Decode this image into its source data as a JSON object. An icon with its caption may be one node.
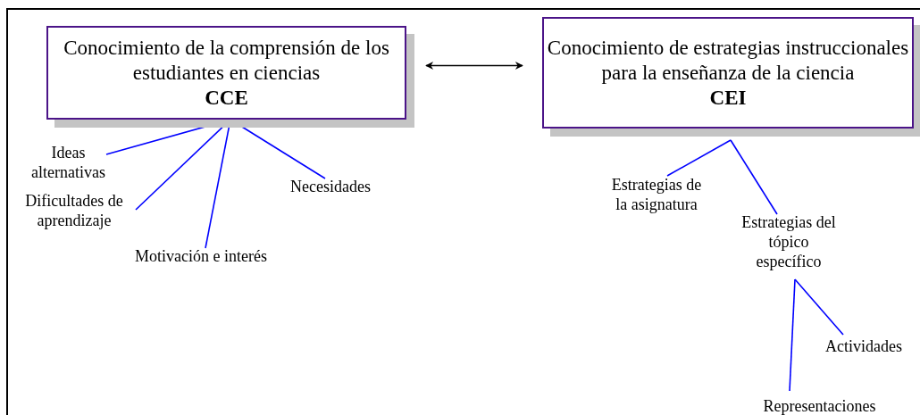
{
  "diagram": {
    "nodes": [
      {
        "text": [
          "Conocimiento de la comprensión de los estudiantes en ciencias",
          "CCE"
        ]
      },
      {
        "text": [
          "Conocimiento de estrategias instruccionales para la enseñanza de la ciencia",
          "CEI"
        ]
      },
      {
        "text": [
          "Ideas alternativas"
        ]
      },
      {
        "text": [
          "Dificultades de aprendizaje"
        ]
      },
      {
        "text": [
          "Motivación e interés"
        ]
      },
      {
        "text": [
          "Necesidades"
        ]
      },
      {
        "text": [
          "Estrategias de la asignatura"
        ]
      },
      {
        "text": [
          "Estrategias del tópico específico"
        ]
      },
      {
        "text": [
          "Actividades"
        ]
      },
      {
        "text": [
          "Representaciones"
        ]
      }
    ],
    "edges": [
      {
        "from": 0,
        "to": 1,
        "arrow": "both",
        "color": "#000000"
      },
      {
        "from": 0,
        "to": 2,
        "arrow": "none"
      },
      {
        "from": 0,
        "to": 3,
        "arrow": "none"
      },
      {
        "from": 0,
        "to": 4,
        "arrow": "none"
      },
      {
        "from": 0,
        "to": 5,
        "arrow": "none"
      },
      {
        "from": 1,
        "to": 6,
        "arrow": "none"
      },
      {
        "from": 1,
        "to": 7,
        "arrow": "none"
      },
      {
        "from": 7,
        "to": 8,
        "arrow": "none"
      },
      {
        "from": 7,
        "to": 9,
        "arrow": "none"
      }
    ]
  }
}
